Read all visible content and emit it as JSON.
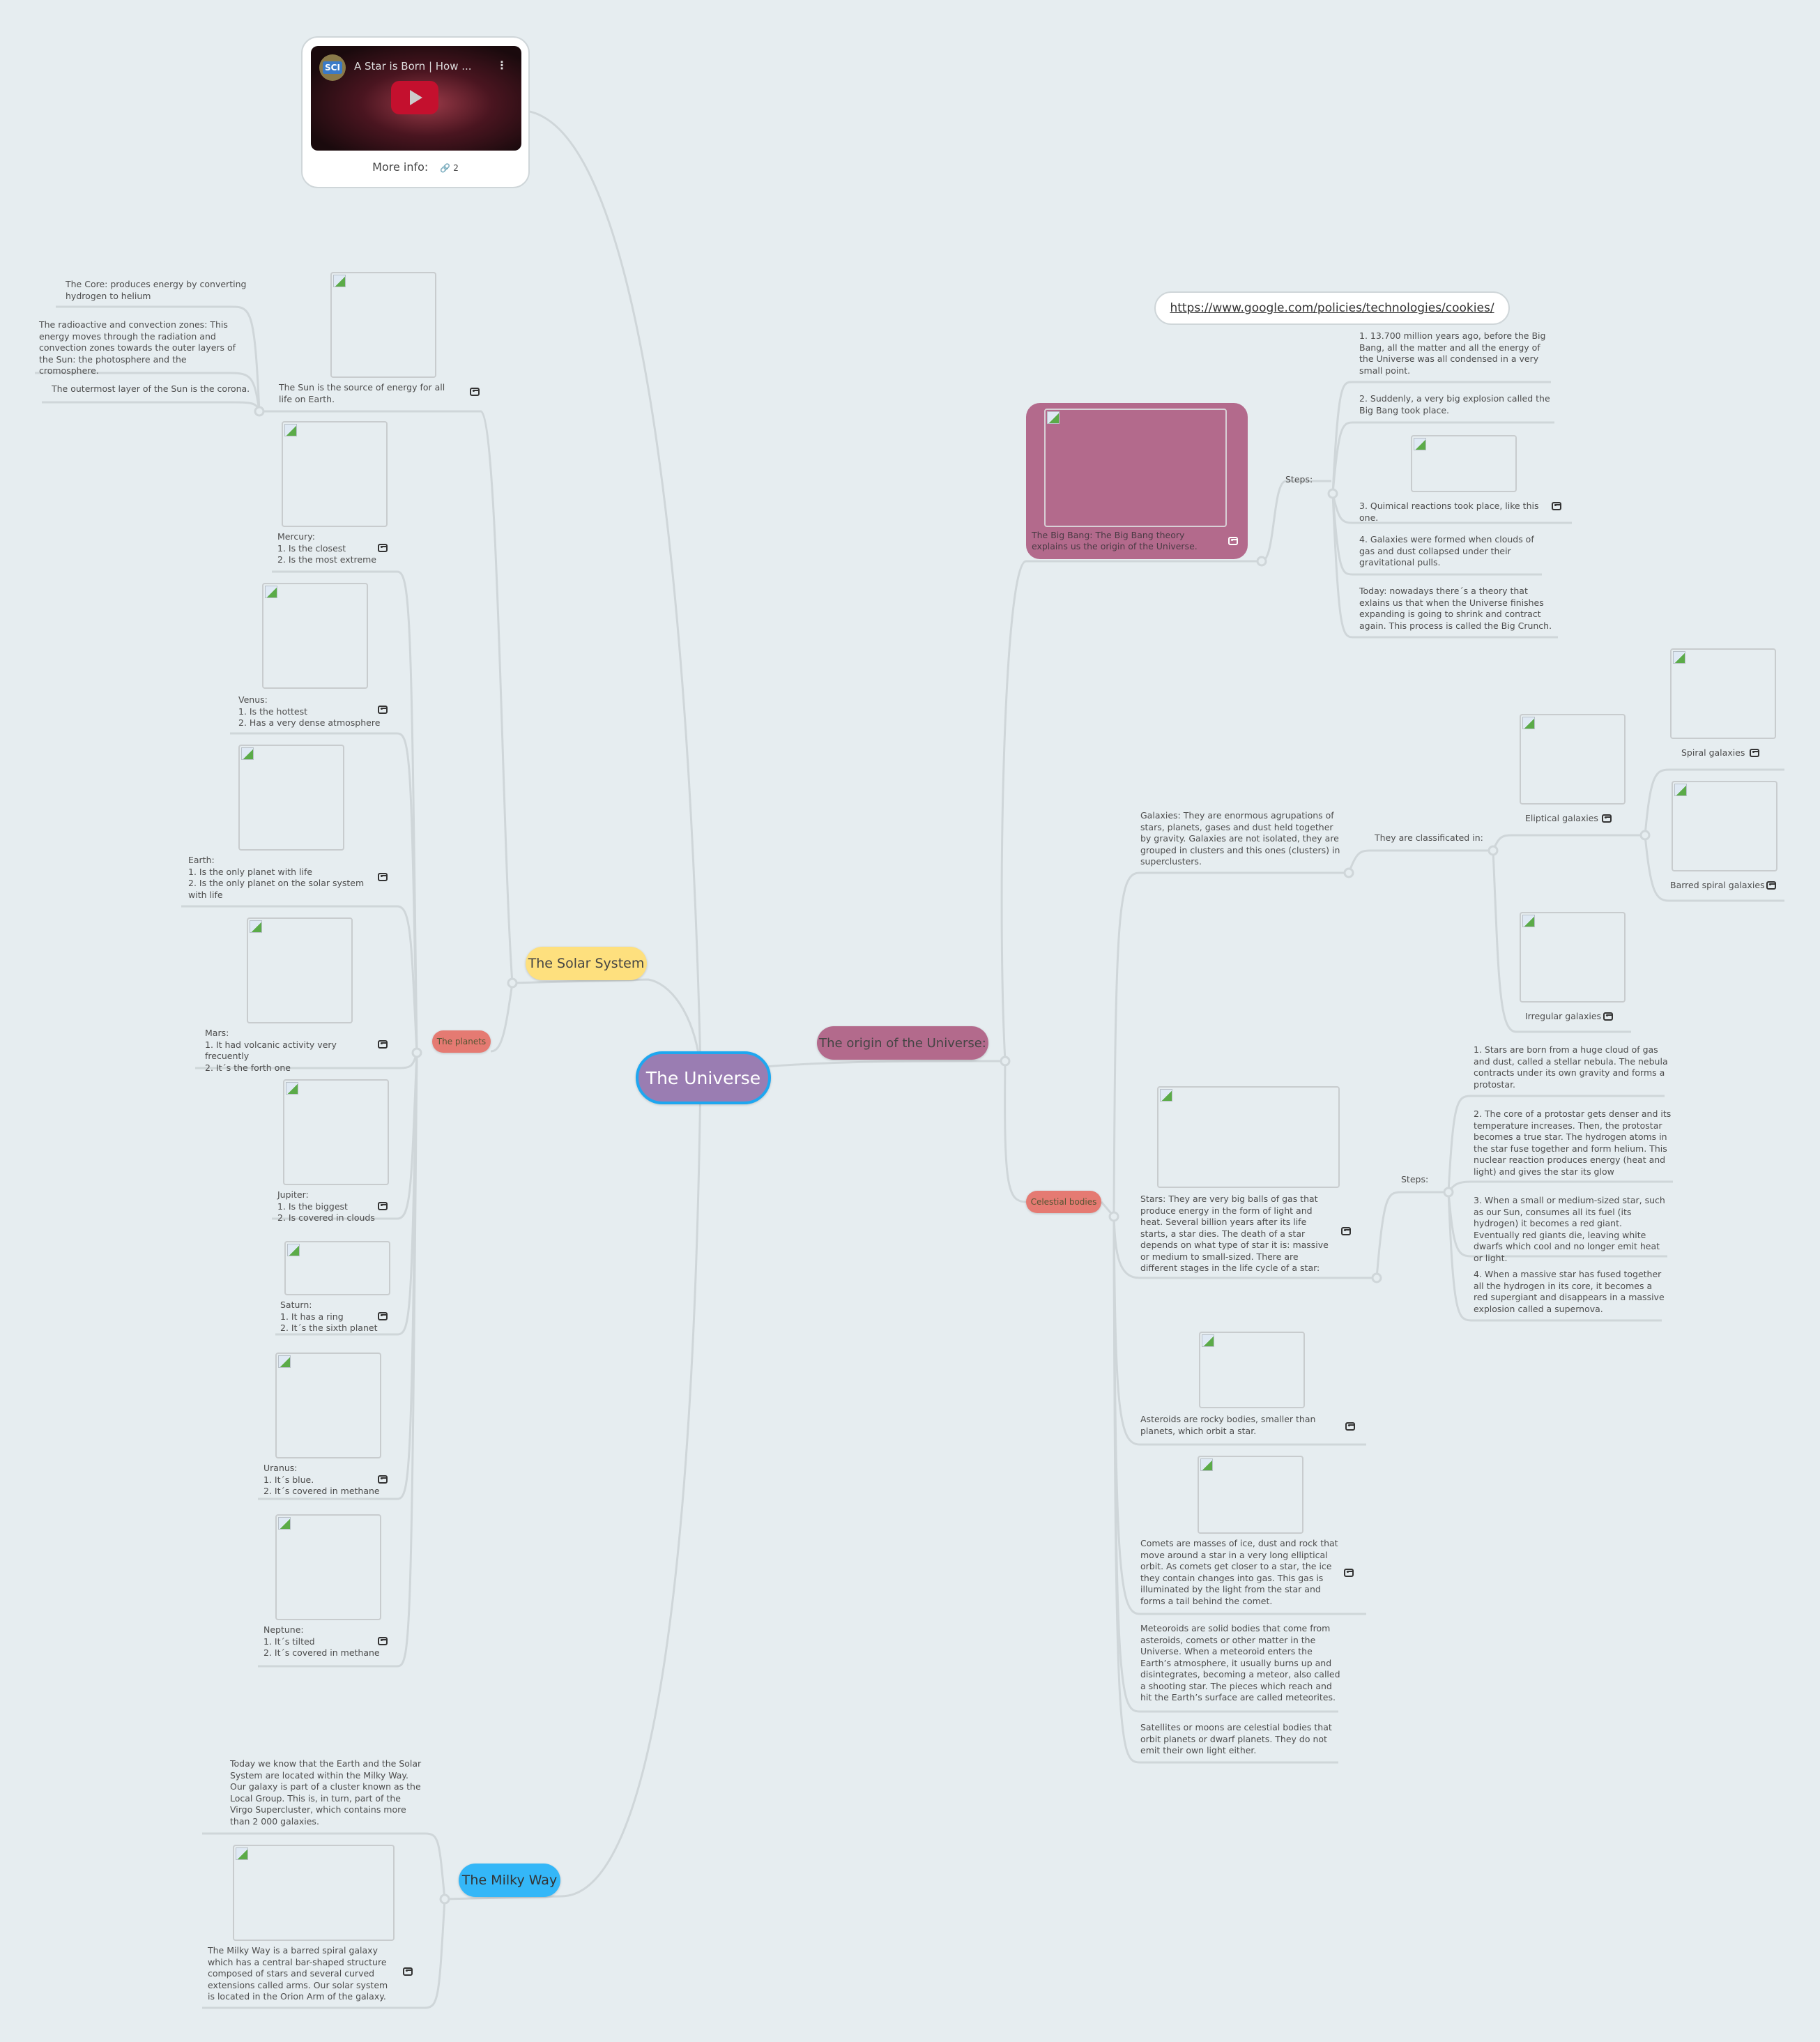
{
  "root": {
    "label": "The Universe",
    "color": "#9a7db2",
    "border": "#1ea7f0"
  },
  "video": {
    "channel_badge": "SCI",
    "title": "A Star is Born | How ...",
    "menu_icon": "⋮",
    "more_info_label": "More info:",
    "link_icon": "🔗",
    "link_count": "2"
  },
  "solar_system": {
    "label": "The Solar System",
    "color": "#fee07e",
    "sun": {
      "caption": "The Sun is the source of energy for all life on Earth.",
      "layers": [
        "The Core: produces energy by converting hydrogen to helium",
        "The radioactive and convection zones: This energy moves through the radiation and convection zones towards the outer layers of the Sun: the photosphere and the cromosphere.",
        "The outermost layer of the Sun is the corona."
      ]
    },
    "planets": {
      "label": "The planets",
      "color": "#e57a72",
      "items": [
        {
          "name": "Mercury:",
          "line1": "1. Is the closest",
          "line2": "2. Is the most extreme"
        },
        {
          "name": "Venus:",
          "line1": "1. Is the hottest",
          "line2": "2. Has a very dense atmosphere"
        },
        {
          "name": "Earth:",
          "line1": "1. Is the only planet with life",
          "line2": "2. Is the only planet on the solar system with life"
        },
        {
          "name": "Mars:",
          "line1": "1. It had volcanic activity very frecuently",
          "line2": "2. It´s the forth one"
        },
        {
          "name": "Jupiter:",
          "line1": "1. Is the biggest",
          "line2": "2. Is covered in clouds"
        },
        {
          "name": "Saturn:",
          "line1": "1. It has a ring",
          "line2": "2. It´s the sixth planet"
        },
        {
          "name": "Uranus:",
          "line1": "1. It´s blue.",
          "line2": "2. It´s covered in methane"
        },
        {
          "name": "Neptune:",
          "line1": "1. It´s tilted",
          "line2": "2. It´s covered in methane"
        }
      ]
    }
  },
  "milky_way": {
    "label": "The Milky Way",
    "color": "#34b7f8",
    "intro": "Today we know that the Earth and the Solar System are located within the Milky Way. Our galaxy is part of a cluster known as the Local Group. This is, in turn, part of the Virgo Supercluster, which contains more than 2 000 galaxies.",
    "caption": "The Milky Way is a barred spiral galaxy which has a central bar-shaped structure composed of stars and several curved extensions called arms. Our solar system is located in the Orion Arm of the galaxy."
  },
  "origin": {
    "label": "The origin of the Universe:",
    "color": "#b36a8c",
    "url": "https://www.google.com/policies/technologies/cookies/",
    "big_bang_caption": "The Big Bang: The Big Bang theory explains us the origin of the Universe.",
    "steps_label": "Steps:",
    "steps": [
      "1. 13.700 million years ago, before the Big Bang, all the matter and all the energy of the Universe was all condensed in a very small point.",
      "2. Suddenly, a very big explosion called the Big Bang took place.",
      "3. Quimical reactions took place, like this one.",
      "4. Galaxies were formed when clouds of gas and dust collapsed under their gravitational pulls.",
      "Today: nowadays there´s a theory that exlains us that when the Universe finishes expanding is going to shrink and contract again. This process is called the Big Crunch."
    ]
  },
  "celestial": {
    "label": "Celestial bodies",
    "color": "#e57a72",
    "galaxies": {
      "text": "Galaxies: They are enormous agrupations of stars, planets, gases and dust held together by gravity. Galaxies are not isolated, they are grouped in clusters and this ones (clusters) in superclusters.",
      "classified_label": "They are classificated in:",
      "types": {
        "eliptical": "Eliptical galaxies",
        "spiral": "Spiral galaxies",
        "barred": "Barred spiral galaxies",
        "irregular": "Irregular galaxies"
      }
    },
    "stars": {
      "text": "Stars: They are very big balls of gas that produce energy in the form of light and heat. Several billion years after its life starts, a star dies. The death of a star depends on what type of star it is: massive or medium to small-sized. There are different stages in the life cycle of a star:",
      "steps_label": "Steps:",
      "steps": [
        "1. Stars are born from a huge cloud of gas and dust, called a stellar nebula. The nebula contracts under its own gravity and forms a protostar.",
        "2. The core of a protostar gets denser and its temperature increases. Then, the protostar becomes a true star. The hydrogen atoms in the star fuse together and form helium. This nuclear reaction produces energy (heat and light) and gives the star its glow",
        "3. When a small or medium-sized star, such as our Sun, consumes all its fuel (its hydrogen) it becomes a red giant. Eventually red giants die, leaving white dwarfs which cool and no longer emit heat or light.",
        "4. When a massive star has fused together all the hydrogen in its core, it becomes a red supergiant and disappears in a massive explosion called a supernova."
      ]
    },
    "asteroids": "Asteroids are rocky bodies, smaller than planets, which orbit a star.",
    "comets": "Comets are masses of ice, dust and rock that move around a star in a very long elliptical orbit. As comets get closer to a star, the ice they contain changes into gas. This gas is illuminated by the light from the star and forms a tail behind the comet.",
    "meteoroids": "Meteoroids are solid bodies that come from asteroids, comets or other matter in the Universe. When a meteoroid enters the Earth’s atmosphere, it usually burns up and disintegrates, becoming a meteor, also called a shooting star. The pieces which reach and hit the Earth’s surface are called meteorites.",
    "satellites": "Satellites or moons are celestial bodies that orbit planets or dwarf planets. They do not emit their own light either."
  }
}
